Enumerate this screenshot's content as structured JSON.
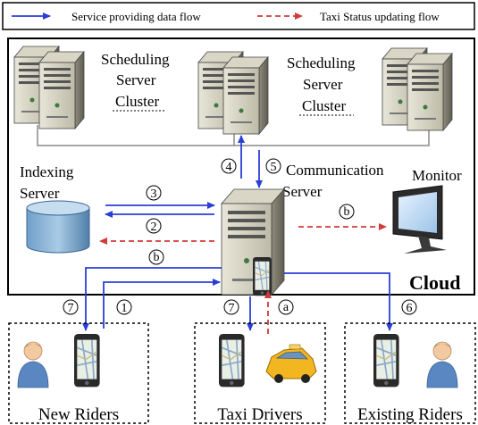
{
  "legend": {
    "service_flow": "Service providing data flow",
    "taxi_status_flow": "Taxi Status updating flow"
  },
  "cloud_label": "Cloud",
  "components": {
    "scheduling_cluster_1": [
      "Scheduling",
      "Server",
      "Cluster"
    ],
    "scheduling_cluster_2": [
      "Scheduling",
      "Server",
      "Cluster"
    ],
    "indexing_server": [
      "Indexing",
      "Server"
    ],
    "communication_server": [
      "Communication",
      "Server"
    ],
    "monitor": "Monitor"
  },
  "groups": {
    "new_riders": "New Riders",
    "taxi_drivers": "Taxi Drivers",
    "existing_riders": "Existing Riders"
  },
  "steps": {
    "s1": "1",
    "s2": "2",
    "s3": "3",
    "s4": "4",
    "s5": "5",
    "s6": "6",
    "s7a": "7",
    "s7b": "7",
    "a": "a",
    "b1": "b",
    "b2": "b"
  },
  "colors": {
    "service_flow": "#2a3fd6",
    "status_flow": "#d23a3a",
    "connector": "#8a8a8a",
    "border": "#000000"
  },
  "icons": [
    "server-rack-icon",
    "database-icon",
    "monitor-icon",
    "smartphone-map-icon",
    "person-icon",
    "taxi-icon"
  ]
}
